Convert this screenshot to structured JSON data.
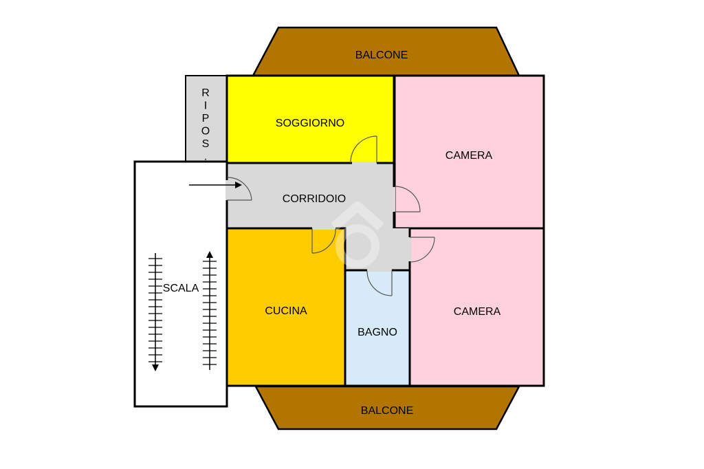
{
  "rooms": {
    "balcone_top": {
      "label": "BALCONE",
      "color": "#B27500"
    },
    "balcone_bottom": {
      "label": "BALCONE",
      "color": "#B27500"
    },
    "soggiorno": {
      "label": "SOGGIORNO",
      "color": "#FFFF00"
    },
    "camera_top": {
      "label": "CAMERA",
      "color": "#FFD1DC"
    },
    "camera_bottom": {
      "label": "CAMERA",
      "color": "#FFD1DC"
    },
    "corridoio": {
      "label": "CORRIDOIO",
      "color": "#D9D9D9"
    },
    "cucina": {
      "label": "CUCINA",
      "color": "#FFCC00"
    },
    "bagno": {
      "label": "BAGNO",
      "color": "#D6EAF8"
    },
    "scala": {
      "label": "SCALA",
      "color": "#FFFFFF"
    },
    "ripostiglio": {
      "label_letters": [
        "R",
        "I",
        "P",
        "O",
        "S",
        "."
      ],
      "color": "#D9D9D9"
    }
  },
  "colors": {
    "wall": "#000000",
    "door": "#555555"
  }
}
